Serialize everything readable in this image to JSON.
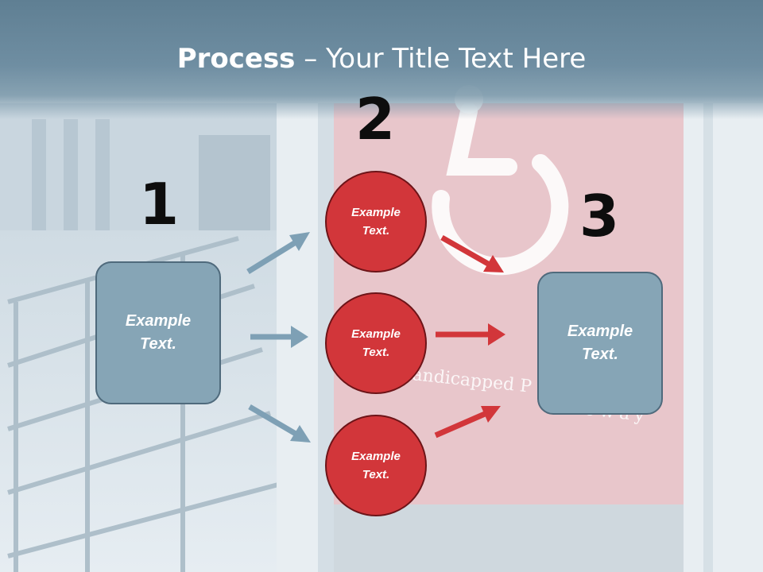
{
  "title": {
    "bold": "Process",
    "rest": " – Your Title Text Here"
  },
  "steps": {
    "one": "1",
    "two": "2",
    "three": "3"
  },
  "left_box": {
    "text": "Example Text."
  },
  "circles": [
    {
      "text": "Example Text."
    },
    {
      "text": "Example Text."
    },
    {
      "text": "Example Text."
    }
  ],
  "right_box": {
    "text": "Example Text."
  },
  "background": {
    "sign_text": "andicapped P",
    "sign_text_2": "eway"
  },
  "colors": {
    "box_fill": "#86a5b6",
    "circle_fill": "#d2363a",
    "blue_arrow": "#7ea0b5",
    "red_arrow": "#d2363a",
    "title_bar": "#6a8a9e"
  },
  "icons": [
    "wheelchair-sign-icon"
  ]
}
